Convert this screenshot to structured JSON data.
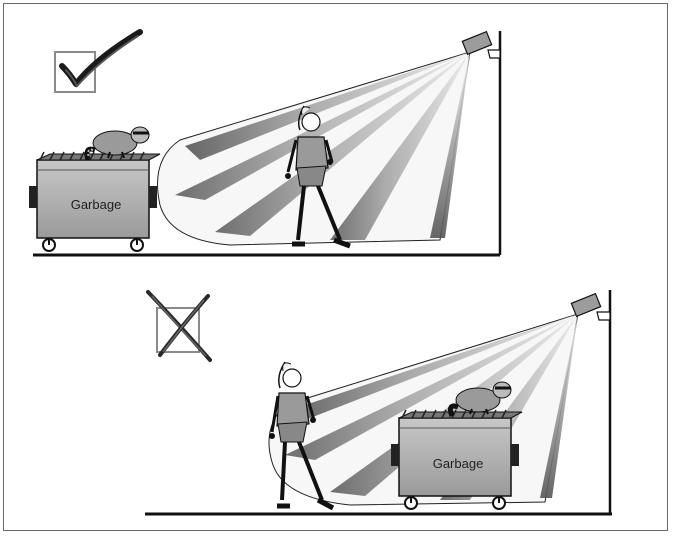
{
  "panels": [
    {
      "id": "correct",
      "mark": "checkmark-icon",
      "container_label": "Garbage"
    },
    {
      "id": "incorrect",
      "mark": "x-mark-icon",
      "container_label": "Garbage"
    }
  ],
  "colors": {
    "ink": "#1a1a1a",
    "container_fill": "#b8b8b8",
    "beam_light": "#f2f2f2",
    "beam_dark": "#6e6e6e",
    "mark_box": "#8a8a8a"
  }
}
